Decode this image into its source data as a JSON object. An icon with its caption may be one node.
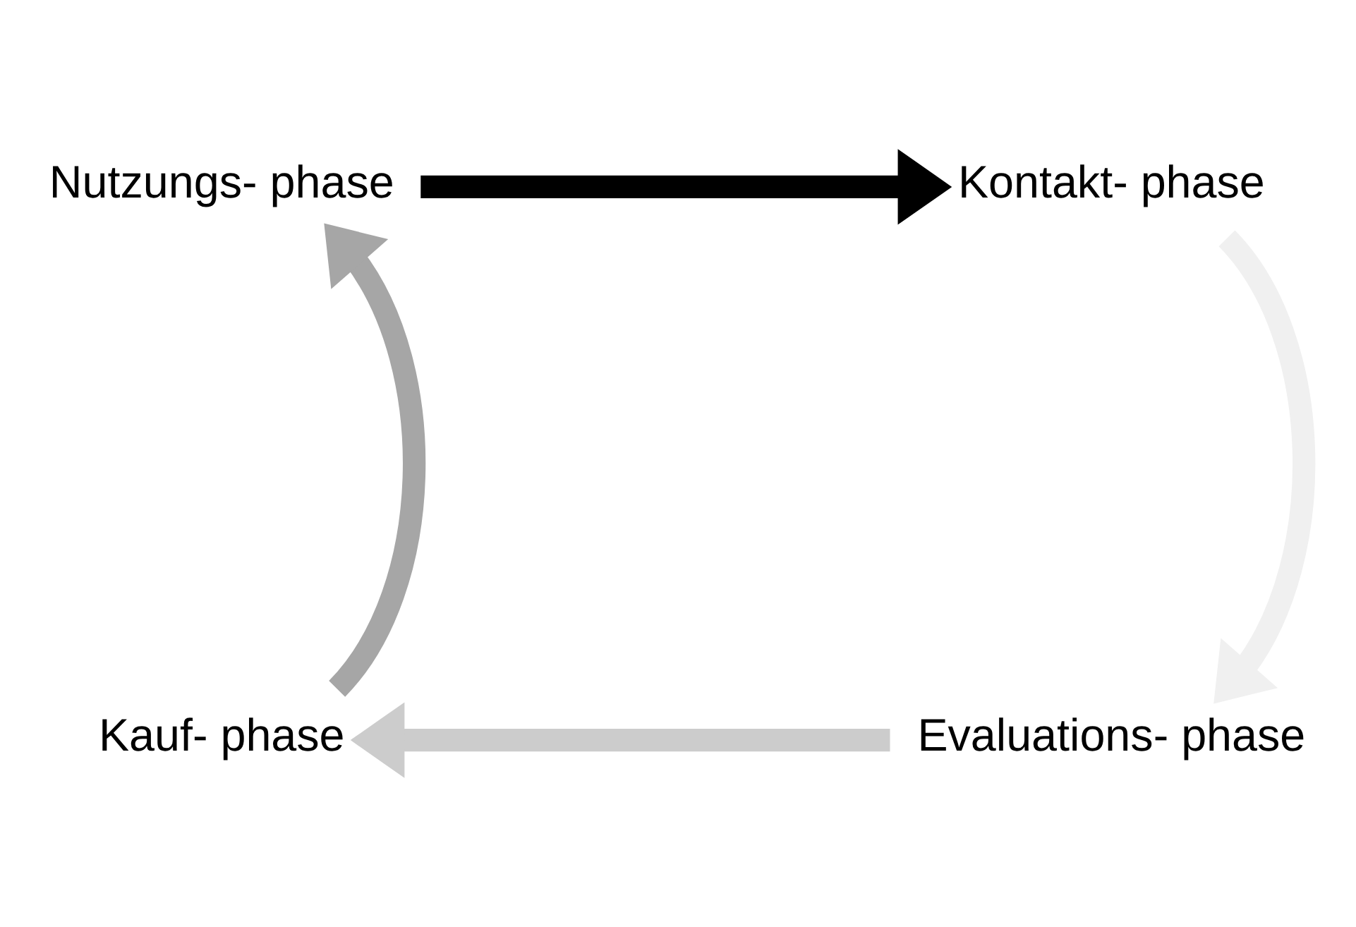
{
  "diagram": {
    "nodes": [
      {
        "text": [
          "Nutzungs- phase"
        ]
      },
      {
        "text": [
          "Kontakt- phase"
        ]
      },
      {
        "text": [
          "Evaluations- phase"
        ]
      },
      {
        "text": [
          "Kauf- phase"
        ]
      }
    ],
    "edges": [
      {
        "from": 0,
        "to": 1,
        "arrow": "to",
        "color": "#000000"
      },
      {
        "from": 1,
        "to": 2,
        "arrow": "to",
        "color": "#f0f0f0"
      },
      {
        "from": 2,
        "to": 3,
        "arrow": "to",
        "color": "#cccccc"
      },
      {
        "from": 3,
        "to": 0,
        "arrow": "to",
        "color": "#a6a6a6"
      }
    ]
  }
}
